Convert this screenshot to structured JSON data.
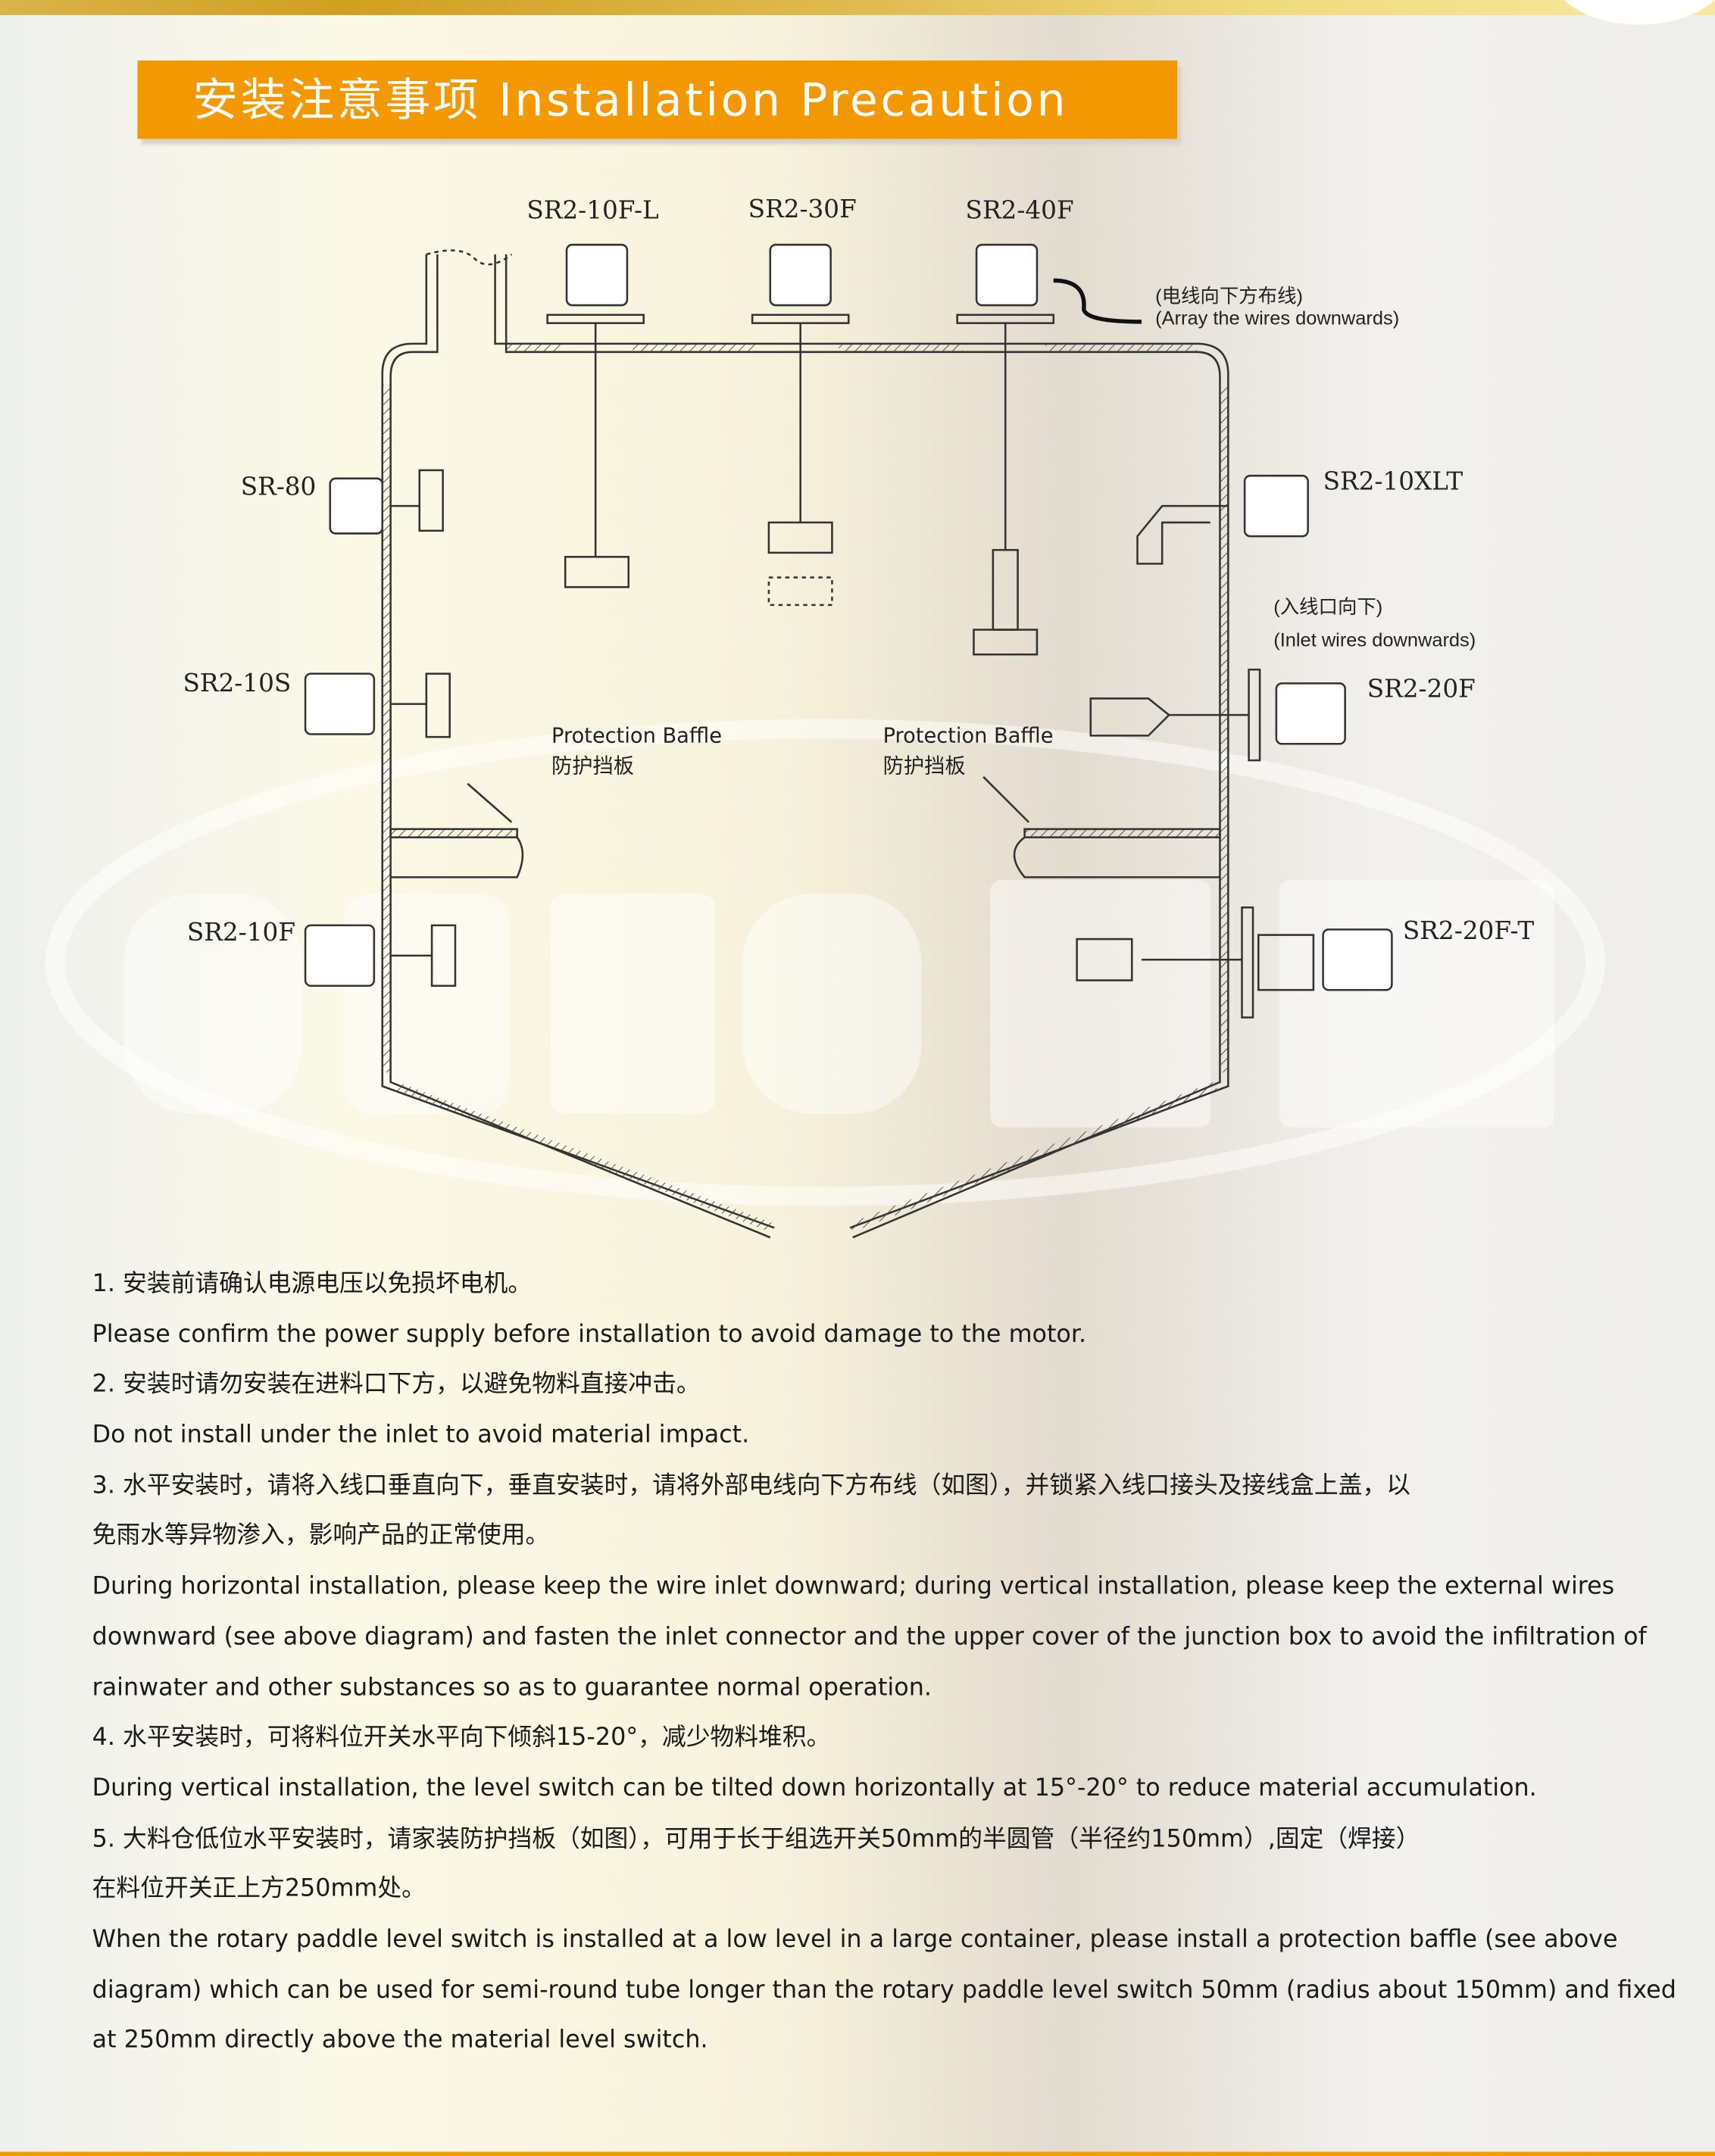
{
  "title": "安装注意事项 Installation Precaution",
  "watermark": "SPES思派",
  "models": {
    "top1": "SR2-10F-L",
    "top2": "SR2-30F",
    "top3": "SR2-40F",
    "left1": "SR-80",
    "left2": "SR2-10S",
    "left3": "SR2-10F",
    "right1": "SR2-10XLT",
    "right2": "SR2-20F",
    "right3": "SR2-20F-T"
  },
  "notes": {
    "wires_cn": "(电线向下方布线)",
    "wires_en": "(Array the wires downwards)",
    "inlet_cn": "(入线口向下)",
    "inlet_en": "(Inlet wires downwards)"
  },
  "baffle": {
    "en": "Protection Baffle",
    "cn": "防护挡板"
  },
  "instructions": [
    "1. 安装前请确认电源电压以免损坏电机。",
    "Please confirm the power supply before installation to avoid damage to the motor.",
    "2. 安装时请勿安装在进料口下方，以避免物料直接冲击。",
    "Do not install under the inlet to avoid material impact.",
    "3. 水平安装时，请将入线口垂直向下，垂直安装时，请将外部电线向下方布线（如图），并锁紧入线口接头及接线盒上盖，以",
    "免雨水等异物渗入，影响产品的正常使用。",
    "During horizontal installation, please keep the wire inlet downward; during vertical installation, please keep the external wires",
    "downward (see above diagram) and fasten the inlet connector and the upper cover of the junction box to avoid the infiltration of",
    "rainwater and other substances so as to  guarantee normal operation.",
    "4. 水平安装时，可将料位开关水平向下倾斜15-20°，减少物料堆积。",
    "During vertical installation, the level switch can be tilted down horizontally at 15°-20° to reduce material accumulation.",
    "5. 大料仓低位水平安装时，请家装防护挡板（如图），可用于长于组选开关50mm的半圆管（半径约150mm）,固定（焊接）",
    "在料位开关正上方250mm处。",
    "When the rotary paddle level switch is installed at a low level in a large container, please install a protection baffle (see above",
    "diagram) which can be used for semi-round tube longer than the rotary paddle level switch 50mm (radius about 150mm) and fixed",
    "at 250mm directly above the material level switch."
  ],
  "colors": {
    "accent": "#f49800",
    "band": "#d8b44a"
  }
}
